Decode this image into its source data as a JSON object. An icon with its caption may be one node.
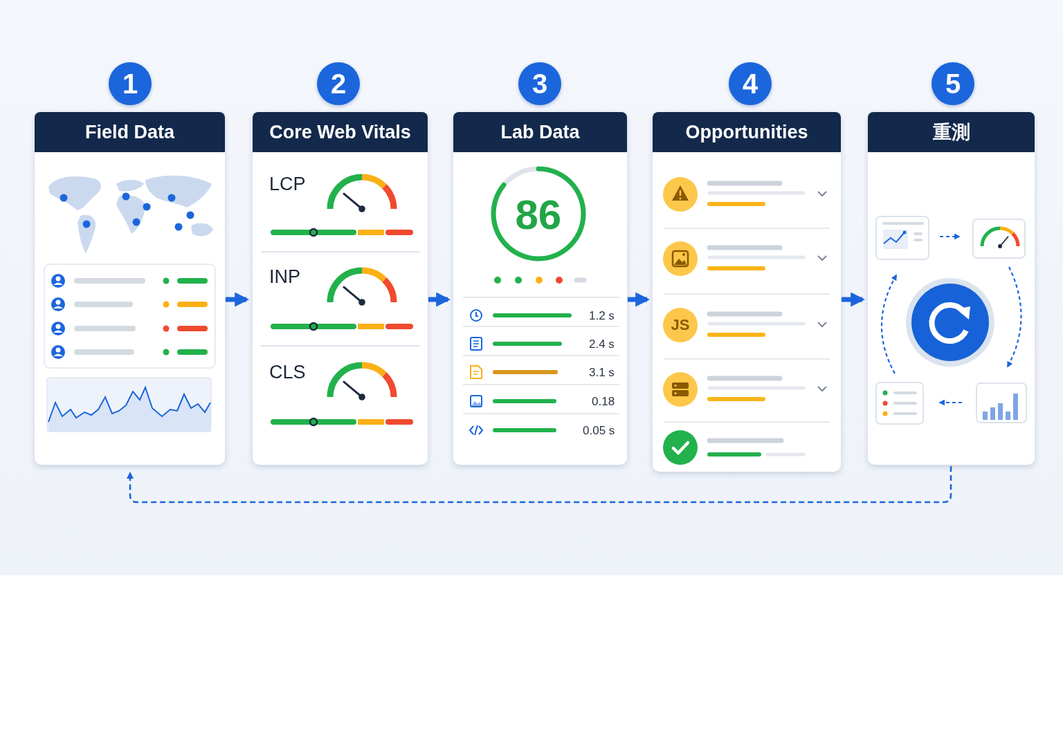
{
  "diagram": {
    "nodes": [
      {
        "text": [
          "1"
        ]
      },
      {
        "text": [
          "Field Data"
        ]
      },
      {
        "text": [
          "2"
        ]
      },
      {
        "text": [
          "Core Web Vitals"
        ]
      },
      {
        "text": [
          "3"
        ]
      },
      {
        "text": [
          "Lab Data"
        ]
      },
      {
        "text": [
          "4"
        ]
      },
      {
        "text": [
          "Opportunities"
        ]
      },
      {
        "text": [
          "5"
        ]
      },
      {
        "text": [
          "重測"
        ]
      },
      {
        "text": [],
        "shape": "picture",
        "in": 9
      },
      {
        "text": [],
        "shape": "picture",
        "in": 9
      },
      {
        "text": [],
        "shape": "picture",
        "in": 9
      },
      {
        "text": [],
        "shape": "picture",
        "in": 9
      }
    ],
    "edges": [
      {
        "from": 1,
        "to": 3,
        "arrow": "to",
        "style": "thick"
      },
      {
        "from": 3,
        "to": 5,
        "arrow": "to",
        "style": "thick"
      },
      {
        "from": 5,
        "to": 7,
        "arrow": "to",
        "style": "thick"
      },
      {
        "from": 7,
        "to": 9,
        "arrow": "to",
        "style": "thick"
      },
      {
        "from": 9,
        "to": 1,
        "arrow": "to",
        "style": "dashed"
      },
      {
        "from": 10,
        "to": 11,
        "arrow": "to",
        "style": "dashed"
      },
      {
        "from": 11,
        "to": 12,
        "arrow": "to",
        "style": "dashed"
      },
      {
        "from": 12,
        "to": 13,
        "arrow": "to",
        "style": "dashed"
      },
      {
        "from": 13,
        "to": 10,
        "arrow": "to",
        "style": "dashed"
      }
    ],
    "labels": [
      "LCP",
      "INP",
      "CLS",
      "86",
      "1.2 s",
      "2.4 s",
      "3.1 s",
      "0.18",
      "0.05 s",
      "JS"
    ]
  }
}
